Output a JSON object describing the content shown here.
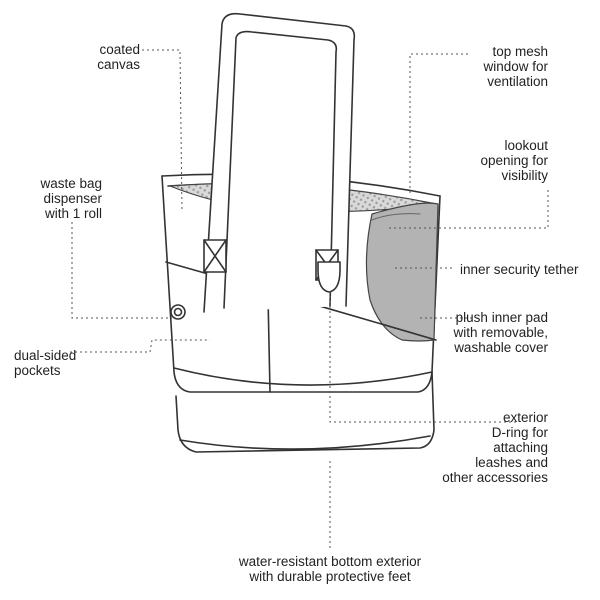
{
  "labels": {
    "coated_canvas": [
      "coated",
      "canvas"
    ],
    "waste_bag": [
      "waste bag",
      "dispenser",
      "with 1 roll"
    ],
    "pockets": [
      "dual-sided",
      "pockets"
    ],
    "top_mesh": [
      "top mesh",
      "window for",
      "ventilation"
    ],
    "lookout": [
      "lookout",
      "opening for",
      "visibility"
    ],
    "tether": [
      "inner security tether"
    ],
    "plush_pad": [
      "plush inner pad",
      "with removable,",
      "washable cover"
    ],
    "d_ring": [
      "exterior",
      "D-ring for",
      "attaching",
      "leashes and",
      "other accessories"
    ],
    "bottom": [
      "water-resistant bottom exterior",
      "with durable protective feet"
    ]
  }
}
